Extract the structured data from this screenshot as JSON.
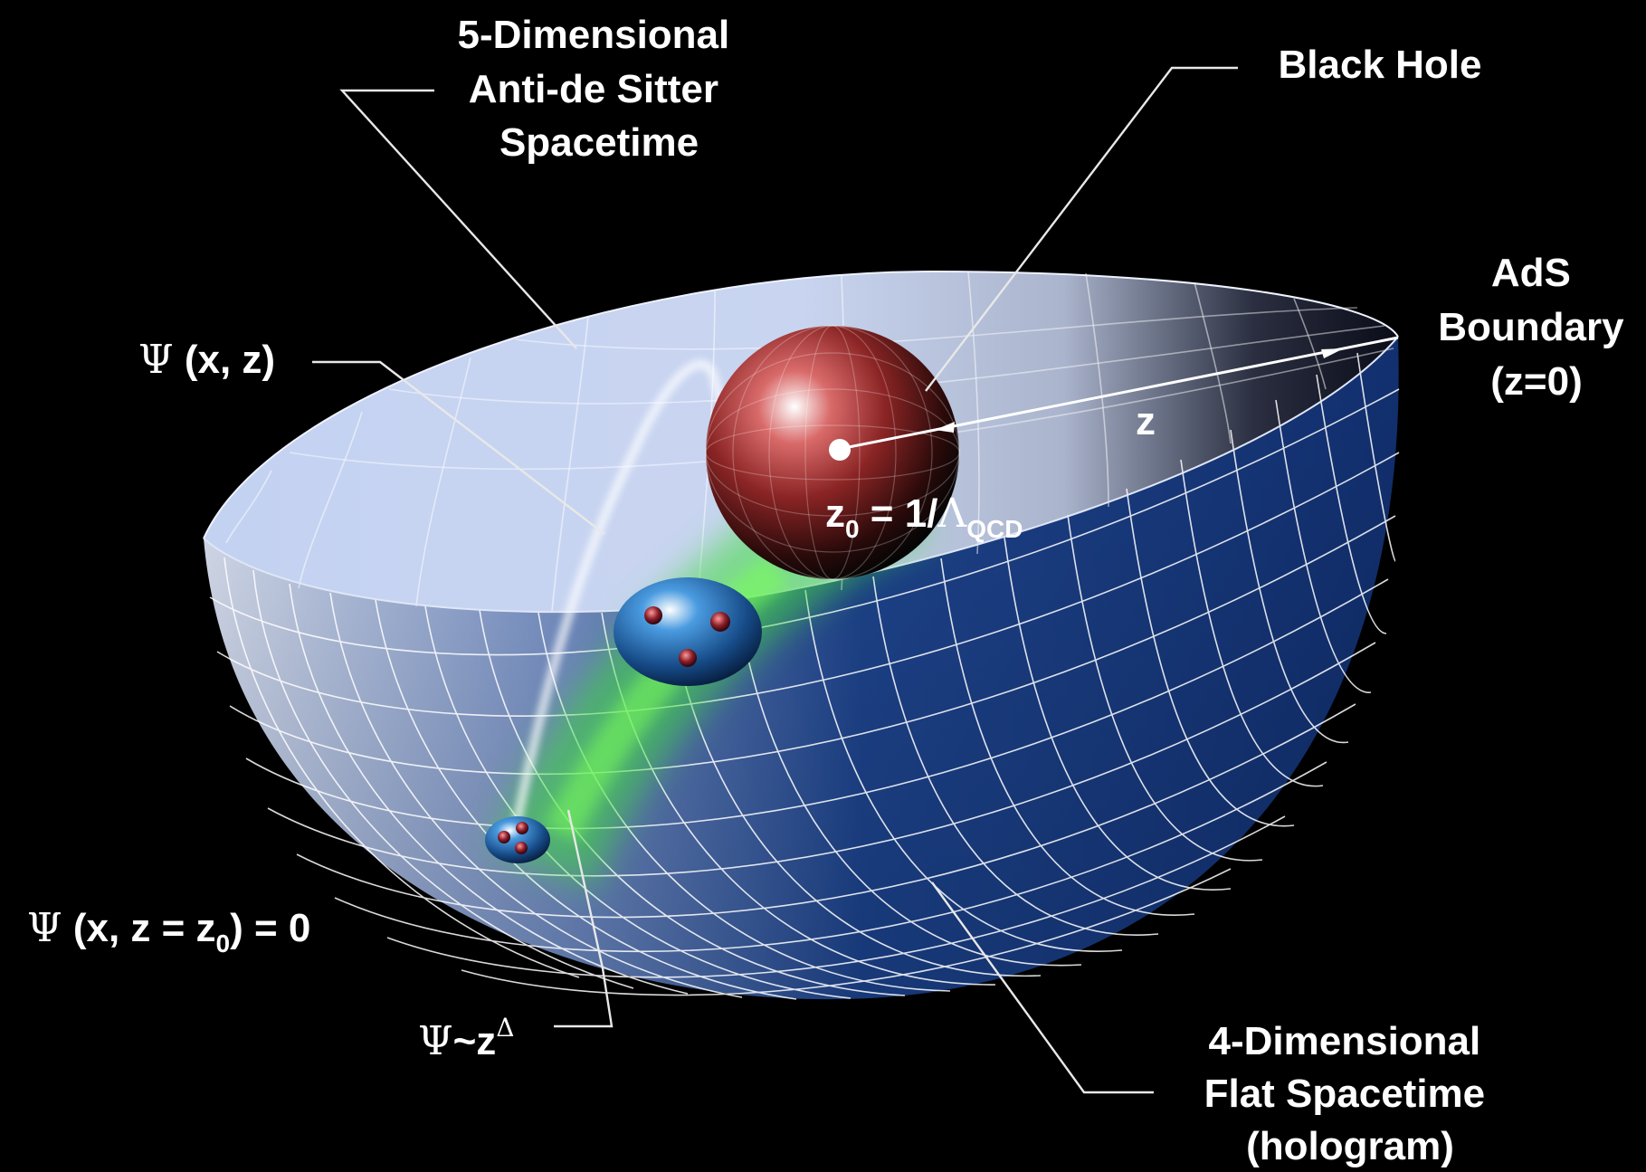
{
  "labels": {
    "ads_space": [
      "5-Dimensional",
      "Anti-de Sitter",
      "Spacetime"
    ],
    "black_hole": "Black Hole",
    "ads_boundary": [
      "AdS",
      "Boundary",
      "(z=0)"
    ],
    "psi_xz": {
      "psi": "Ψ",
      "rest": " (x, z)"
    },
    "z_axis": "z",
    "z0_eq": {
      "z": "z",
      "sub": "0",
      "mid": " = 1/",
      "lambda": "Λ",
      "lambda_sub": "QCD"
    },
    "boundary_condition": {
      "psi": "Ψ",
      "pre": " (x, z = z",
      "sub": "0",
      "post": ") = 0"
    },
    "scaling": {
      "psi": "Ψ",
      "mid": "~z",
      "sup": "Δ"
    },
    "flat_space": [
      "4-Dimensional",
      "Flat Spacetime",
      "(hologram)"
    ]
  },
  "colors": {
    "background": "#000000",
    "bowl_inner": "#b9c8ec",
    "bowl_outer": "#1c3f86",
    "black_hole": "#b43b3b",
    "wavefunction_glow": "#3cdc3c",
    "text": "#ffffff"
  }
}
